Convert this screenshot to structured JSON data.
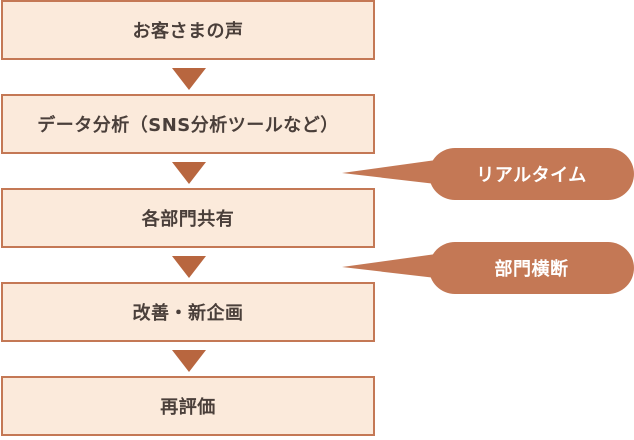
{
  "flow": {
    "steps": [
      {
        "label": "お客さまの声"
      },
      {
        "label": "データ分析（SNS分析ツールなど）"
      },
      {
        "label": "各部門共有"
      },
      {
        "label": "改善・新企画"
      },
      {
        "label": "再評価"
      }
    ]
  },
  "callouts": [
    {
      "label": "リアルタイム"
    },
    {
      "label": "部門横断"
    }
  ],
  "colors": {
    "box_fill": "#fbeadb",
    "box_border": "#c47855",
    "arrow": "#b8663f",
    "callout": "#c47855",
    "text": "#4a3f3a"
  }
}
